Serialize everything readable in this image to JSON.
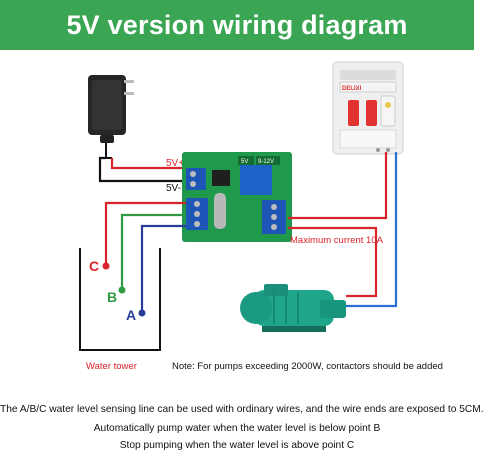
{
  "title": "5V version wiring diagram",
  "labels": {
    "plus5v": "5V+",
    "minus5v": "5V-",
    "max_current": "Maximum current 10A",
    "water_tower": "Water tower",
    "contactor_note": "Note: For pumps exceeding 2000W, contactors should be added",
    "point_c": "C",
    "point_b": "B",
    "point_a": "A",
    "module_5v": "5V",
    "module_range": "9-12V"
  },
  "breaker_brand": "DELIXI",
  "notes": [
    "The A/B/C water level sensing line can be used with ordinary wires, and the wire ends are exposed to 5CM.",
    "Automatically pump water when the water level is below point B",
    "Stop pumping when the water level is above point C"
  ],
  "colors": {
    "banner": "#3aa552",
    "wire_red": "#d9232a",
    "wire_green": "#2f9a43",
    "wire_blue": "#2a3c9a",
    "wire_black": "#111111",
    "board": "#1f9a4d",
    "pump": "#1fa58a"
  }
}
